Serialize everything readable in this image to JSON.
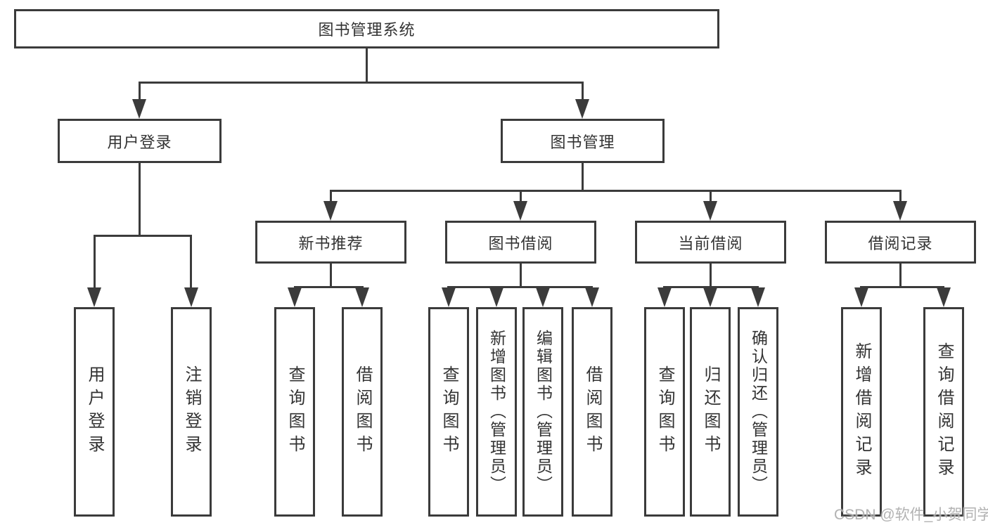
{
  "diagram": {
    "root": {
      "label": "图书管理系统"
    },
    "branches": [
      {
        "label": "用户登录",
        "children": [
          {
            "label": "用户登录"
          },
          {
            "label": "注销登录"
          }
        ]
      },
      {
        "label": "图书管理",
        "children": [
          {
            "label": "新书推荐",
            "children": [
              {
                "label": "查询图书"
              },
              {
                "label": "借阅图书"
              }
            ]
          },
          {
            "label": "图书借阅",
            "children": [
              {
                "label": "查询图书"
              },
              {
                "label": "新增图书（管理员）"
              },
              {
                "label": "编辑图书（管理员）"
              },
              {
                "label": "借阅图书"
              }
            ]
          },
          {
            "label": "当前借阅",
            "children": [
              {
                "label": "查询图书"
              },
              {
                "label": "归还图书"
              },
              {
                "label": "确认归还（管理员）"
              }
            ]
          },
          {
            "label": "借阅记录",
            "children": [
              {
                "label": "新增借阅记录"
              },
              {
                "label": "查询借阅记录"
              }
            ]
          }
        ]
      }
    ],
    "watermark": "CSDN @软件_小贺同学",
    "colors": {
      "line": "#3b3b3b",
      "text": "#333333",
      "watermark": "#a5a5a5",
      "background": "#ffffff"
    }
  }
}
